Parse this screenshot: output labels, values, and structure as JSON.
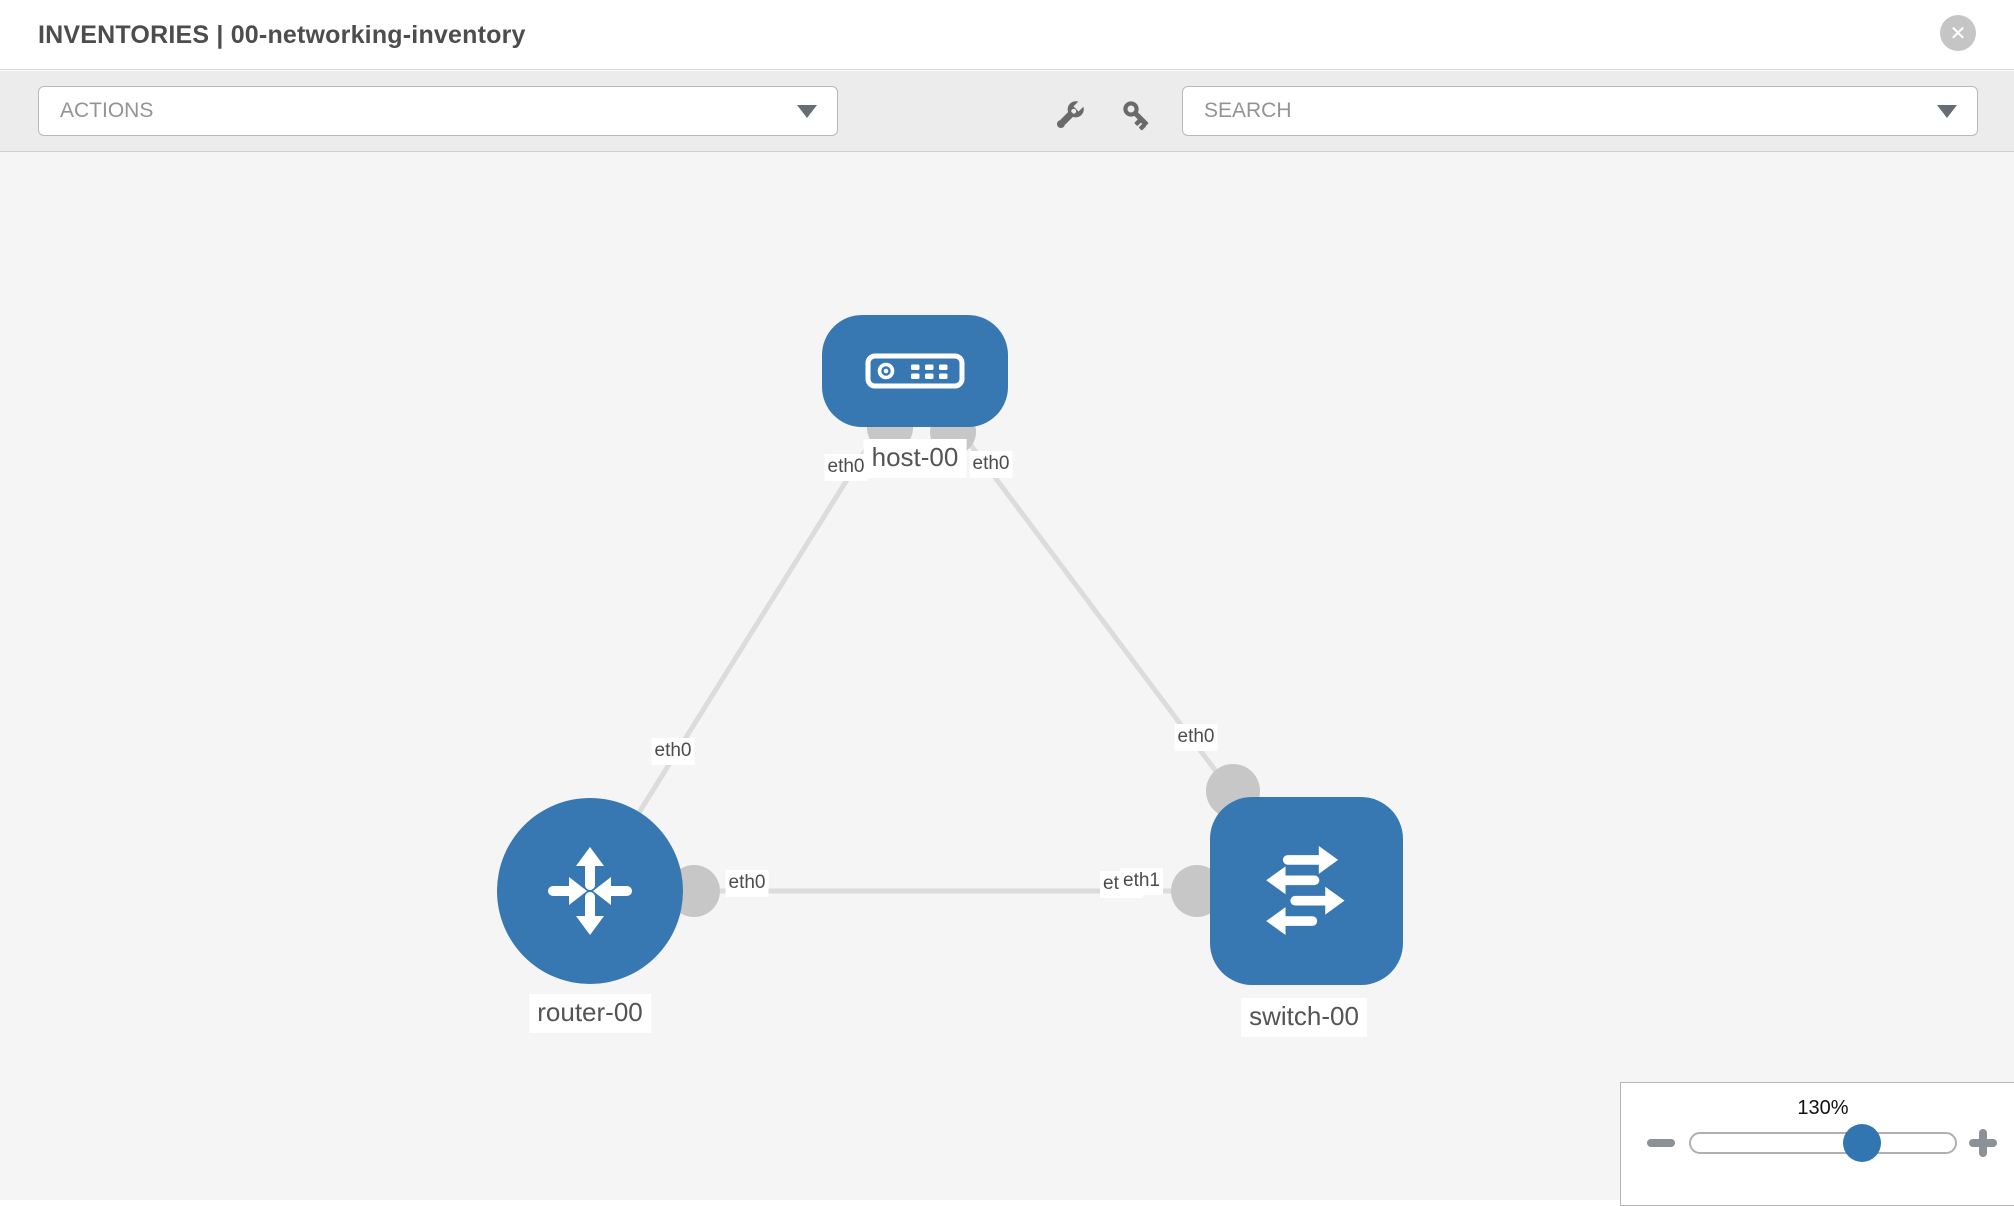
{
  "header": {
    "title": "INVENTORIES | 00-networking-inventory"
  },
  "toolbar": {
    "actions_label": "ACTIONS",
    "search_label": "SEARCH"
  },
  "topology": {
    "nodes": [
      {
        "id": "host-00",
        "type": "host",
        "label": "host-00"
      },
      {
        "id": "router-00",
        "type": "router",
        "label": "router-00"
      },
      {
        "id": "switch-00",
        "type": "switch",
        "label": "switch-00"
      }
    ],
    "links": [
      {
        "source": "router-00",
        "source_interface": "eth0",
        "target": "host-00",
        "target_interface": "eth0"
      },
      {
        "source": "host-00",
        "source_interface": "eth0",
        "target": "switch-00",
        "target_interface": "eth0"
      },
      {
        "source": "router-00",
        "source_interface": "eth0",
        "target": "switch-00",
        "target_interface": "eth1"
      }
    ],
    "interface_labels": [
      "eth0",
      "eth0",
      "eth0",
      "eth0",
      "eth0",
      "eth0",
      "eth1"
    ]
  },
  "zoom_control": {
    "level": "130%"
  },
  "colors": {
    "node_fill": "#3878b2",
    "link": "#dcdcdc",
    "port": "#c7c7c7",
    "slider_handle": "#3276b1",
    "canvas_bg": "#f5f5f5",
    "toolbar_bg": "#ececec"
  }
}
